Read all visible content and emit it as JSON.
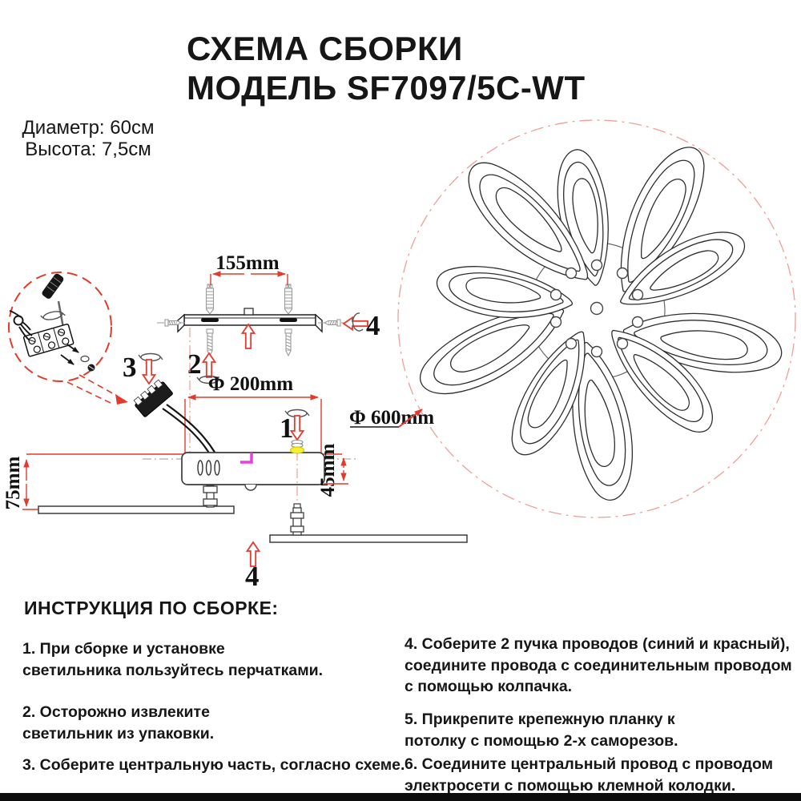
{
  "title": {
    "line1": "СХЕМА СБОРКИ",
    "line2": "МОДЕЛЬ SF7097/5C-WT"
  },
  "specs": {
    "diameter": "Диаметр: 60см",
    "height": "Высота: 7,5см"
  },
  "diagram": {
    "labels": {
      "dim155": "155mm",
      "dim200": "Φ 200mm",
      "dim600": "Φ 600mm",
      "dim75": "75mm",
      "dim45": "45mm",
      "step1": "1",
      "step2": "2",
      "step3": "3",
      "step4_side": "4",
      "step4_bottom": "4"
    }
  },
  "instructions": {
    "heading": "ИНСТРУКЦИЯ ПО СБОРКЕ:",
    "left": [
      {
        "text": "1. При сборке и установке\nсветильника пользуйтесь перчатками."
      },
      {
        "text": "2. Осторожно извлеките\nсветильник из упаковки."
      },
      {
        "text": "3. Соберите центральную часть, согласно схеме."
      }
    ],
    "right": [
      {
        "text": "4. Соберите 2 пучка проводов (синий и красный),\nсоедините провода с соединительным проводом\nс помощью колпачка."
      },
      {
        "text": "5. Прикрепите крепежную планку к\nпотолку с помощью 2-х саморезов."
      },
      {
        "text": "6. Соедините центральный провод с проводом\nэлектросети с помощью клемной колодки."
      }
    ]
  },
  "colors": {
    "accent_red": "#e23b2e",
    "dash_pink": "#ec9f9a",
    "highlight_magenta": "#ee3be0",
    "highlight_yellow": "#f5f032"
  }
}
